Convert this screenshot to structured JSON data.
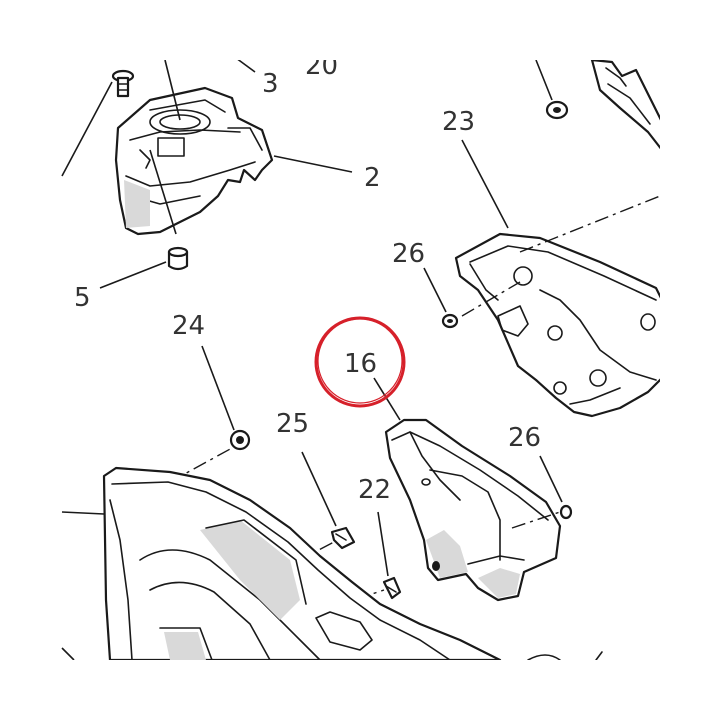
{
  "diagram": {
    "callouts": {
      "c2": "2",
      "c3": "3",
      "c5": "5",
      "c16": "16",
      "c20": "20",
      "c22": "22",
      "c23": "23",
      "c24": "24",
      "c25": "25",
      "c26a": "26",
      "c26b": "26"
    },
    "highlight_color": "#d6202a",
    "line_color": "#1a1a1a"
  }
}
